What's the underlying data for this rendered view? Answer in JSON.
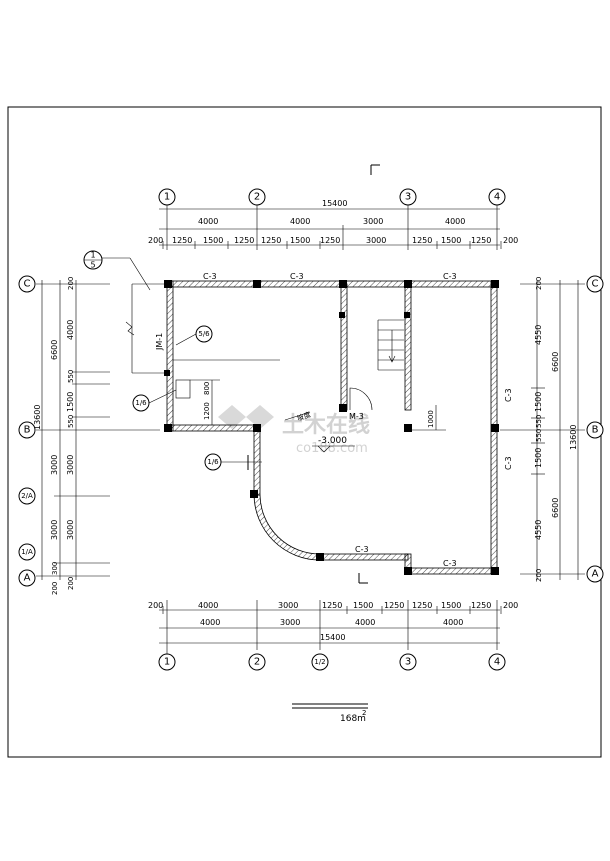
{
  "axes": {
    "top": [
      "1",
      "2",
      "3",
      "4"
    ],
    "bottom": [
      "1",
      "2",
      "1/2",
      "3",
      "4"
    ],
    "left": [
      "C",
      "B",
      "2/A",
      "1/A",
      "A"
    ],
    "right": [
      "C",
      "B",
      "A"
    ]
  },
  "dims": {
    "top_total": "15400",
    "top_mid": [
      "4000",
      "4000",
      "3000",
      "4000"
    ],
    "top_inner": [
      "200",
      "1250",
      "1500",
      "1250",
      "1250",
      "1500",
      "1250",
      "3000",
      "1250",
      "1500",
      "1250",
      "200"
    ],
    "bottom_inner": [
      "200",
      "4000",
      "3000",
      "1250",
      "1500",
      "1250",
      "1250",
      "1500",
      "1250",
      "200"
    ],
    "bottom_mid": [
      "4000",
      "3000",
      "4000",
      "4000"
    ],
    "bottom_total": "15400",
    "left_total": "13600",
    "left_mid": [
      "6600",
      "3000",
      "3000",
      "300",
      "200"
    ],
    "left_inner": [
      "200",
      "4000",
      "550",
      "1500",
      "550",
      "3000",
      "3000",
      "200"
    ],
    "right_total": "13600",
    "right_mid": [
      "6600",
      "6600"
    ],
    "right_inner": [
      "200",
      "4550",
      "1500",
      "550",
      "550",
      "1500",
      "4550",
      "200"
    ],
    "local_1200": "1200",
    "local_800": "800",
    "local_1000": "1000"
  },
  "labels": {
    "window_c3": "C-3",
    "door_m3": "M-3",
    "door_jm1": "JM-1",
    "elevation": "-3.000",
    "slope": "坡度",
    "area": "168m",
    "area_sup": "2"
  },
  "callouts": {
    "detail_top": "1",
    "detail_bottom": "5",
    "mark_1": "5/6",
    "mark_2": "1/6",
    "mark_3": "1/6"
  },
  "watermark": {
    "cn": "土木在线",
    "en": "co188.com"
  }
}
